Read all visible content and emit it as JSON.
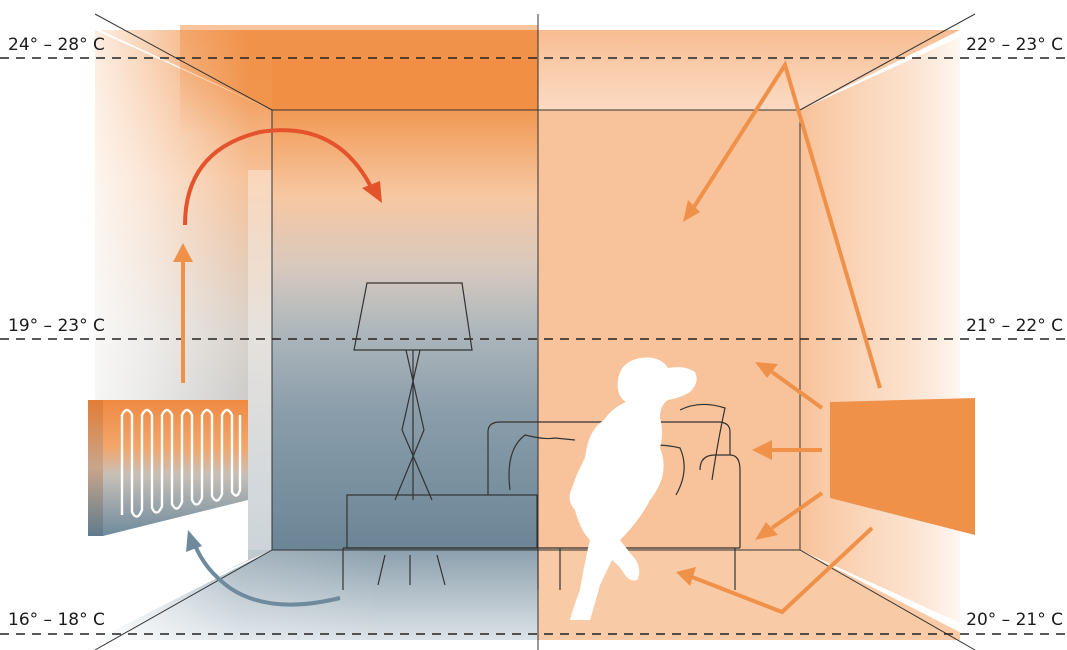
{
  "left_side": {
    "temperatures": {
      "top": "24° – 28° C",
      "middle": "19° – 23° C",
      "bottom": "16° – 18° C"
    },
    "heater_icon": "convector-radiator-icon"
  },
  "right_side": {
    "temperatures": {
      "top": "22° – 23° C",
      "middle": "21° – 22° C",
      "bottom": "20° – 21° C"
    },
    "heater_icon": "infrared-panel-heater-icon"
  },
  "colors": {
    "warm_orange": "#F0914A",
    "light_orange": "#F8C49C",
    "hot_arrow": "#E4532B",
    "cool_blue": "#6E8A9C",
    "cool_arrow": "#6E8A9C"
  },
  "icons": {
    "floor_lamp": "floor-lamp-icon",
    "sofa": "sofa-icon",
    "person": "person-silhouette-icon",
    "table": "table-icon"
  }
}
